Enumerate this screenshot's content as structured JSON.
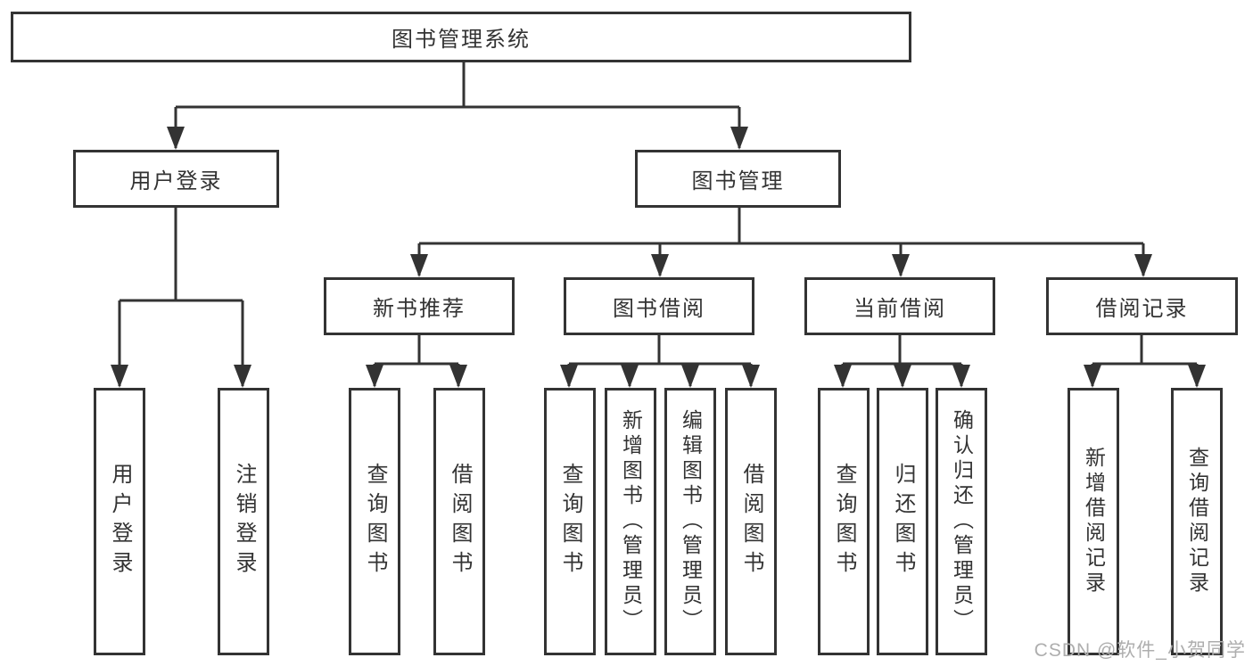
{
  "colors": {
    "line": "#333333",
    "box_border": "#333333",
    "box_background": "#ffffff",
    "text": "#333333",
    "watermark": "#aeaeae"
  },
  "watermark": {
    "text": "CSDN @软件_小贺同学"
  },
  "tree": {
    "root": "图书管理系统",
    "level2": {
      "user_login": "用户登录",
      "book_management": "图书管理"
    },
    "user_login_children": [
      "用户登录",
      "注销登录"
    ],
    "level3": [
      "新书推荐",
      "图书借阅",
      "当前借阅",
      "借阅记录"
    ],
    "new_book_children": [
      "查询图书",
      "借阅图书"
    ],
    "book_borrow_children": [
      "查询图书",
      "新增图书（管理员）",
      "编辑图书（管理员）",
      "借阅图书"
    ],
    "current_borrow_children": [
      "查询图书",
      "归还图书",
      "确认归还（管理员）"
    ],
    "borrow_record_children": [
      "新增借阅记录",
      "查询借阅记录"
    ]
  }
}
